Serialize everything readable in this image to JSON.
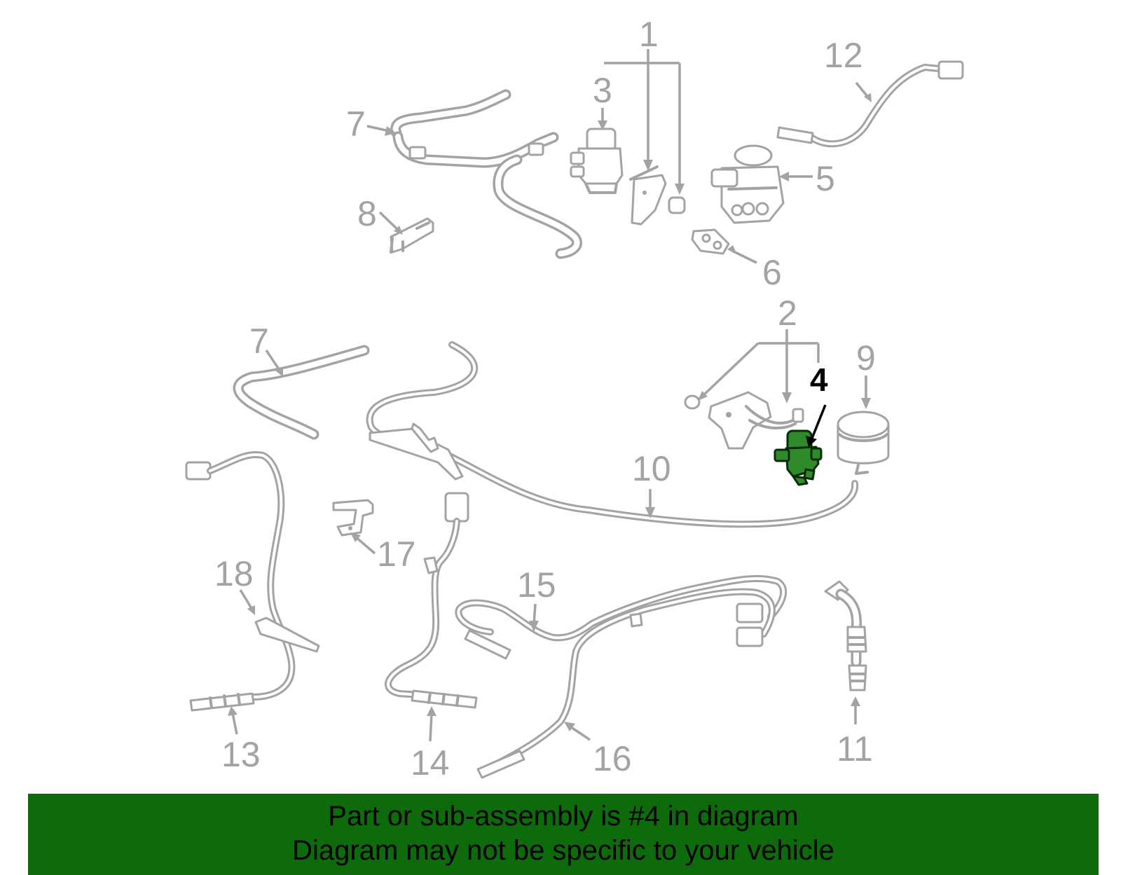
{
  "colors": {
    "parts_gray": "#a3a3a3",
    "highlight_part": "#2f8a2a",
    "banner_background": "#0d6b0b",
    "banner_text": "#000000"
  },
  "callouts": {
    "c1": "1",
    "c2": "2",
    "c3": "3",
    "c4": "4",
    "c5": "5",
    "c6": "6",
    "c7a": "7",
    "c7b": "7",
    "c8": "8",
    "c9": "9",
    "c10": "10",
    "c11": "11",
    "c12": "12",
    "c13": "13",
    "c14": "14",
    "c15": "15",
    "c16": "16",
    "c17": "17",
    "c18": "18"
  },
  "highlighted_callout": "4",
  "banner": {
    "line1": "Part or sub-assembly is #4 in diagram",
    "line2": "Diagram may not be specific to your vehicle"
  }
}
